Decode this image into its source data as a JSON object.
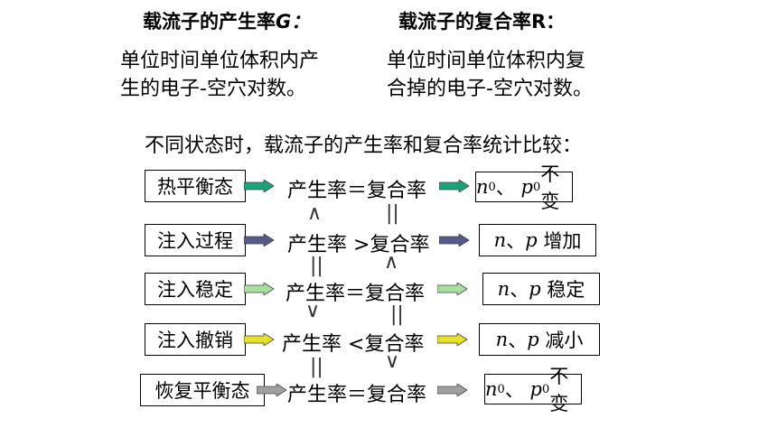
{
  "headings": {
    "generation": "载流子的产生率",
    "generation_symbol": "G：",
    "recombination": "载流子的复合率R："
  },
  "definitions": {
    "generation": [
      "单位时间单位体积内产",
      "生的电子-空穴对数。"
    ],
    "recombination": [
      "单位时间单位体积内复",
      "合掉的电子-空穴对数。"
    ]
  },
  "comparison_title": "不同状态时，载流子的产生率和复合率统计比较：",
  "labels": {
    "rate_gen": "产生率",
    "rate_rec": "复合率",
    "eq": "＝",
    "gt": ">",
    "lt": "<"
  },
  "rows": [
    {
      "state": "热平衡态",
      "relation": "＝",
      "result_var": "n",
      "result_sub": "0",
      "result_sep": "、",
      "result_var2": "p",
      "result_sub2": "0",
      "result_text": "不变",
      "arrow_color": "#1aa37a"
    },
    {
      "state": "注入过程",
      "relation": ">",
      "result_var": "n",
      "result_sep": "、",
      "result_var2": "p",
      "result_text": "增加",
      "arrow_color": "#555a8a"
    },
    {
      "state": "注入稳定",
      "relation": "＝",
      "result_var": "n",
      "result_sep": "、",
      "result_var2": "p",
      "result_text": "稳定",
      "arrow_color": "#a8e0a0"
    },
    {
      "state": "注入撤销",
      "relation": "<",
      "result_var": "n",
      "result_sep": "、",
      "result_var2": "p",
      "result_text": "减小",
      "arrow_color": "#e6e02a"
    },
    {
      "state": "恢复平衡态",
      "relation": "＝",
      "result_var": "n",
      "result_sub": "0",
      "result_sep": "、",
      "result_var2": "p",
      "result_sub2": "0",
      "result_text": "不变",
      "arrow_color": "#a0a0a0"
    }
  ],
  "connectors": {
    "caret_up": "∧",
    "caret_down": "∨",
    "double_bar": "||"
  }
}
